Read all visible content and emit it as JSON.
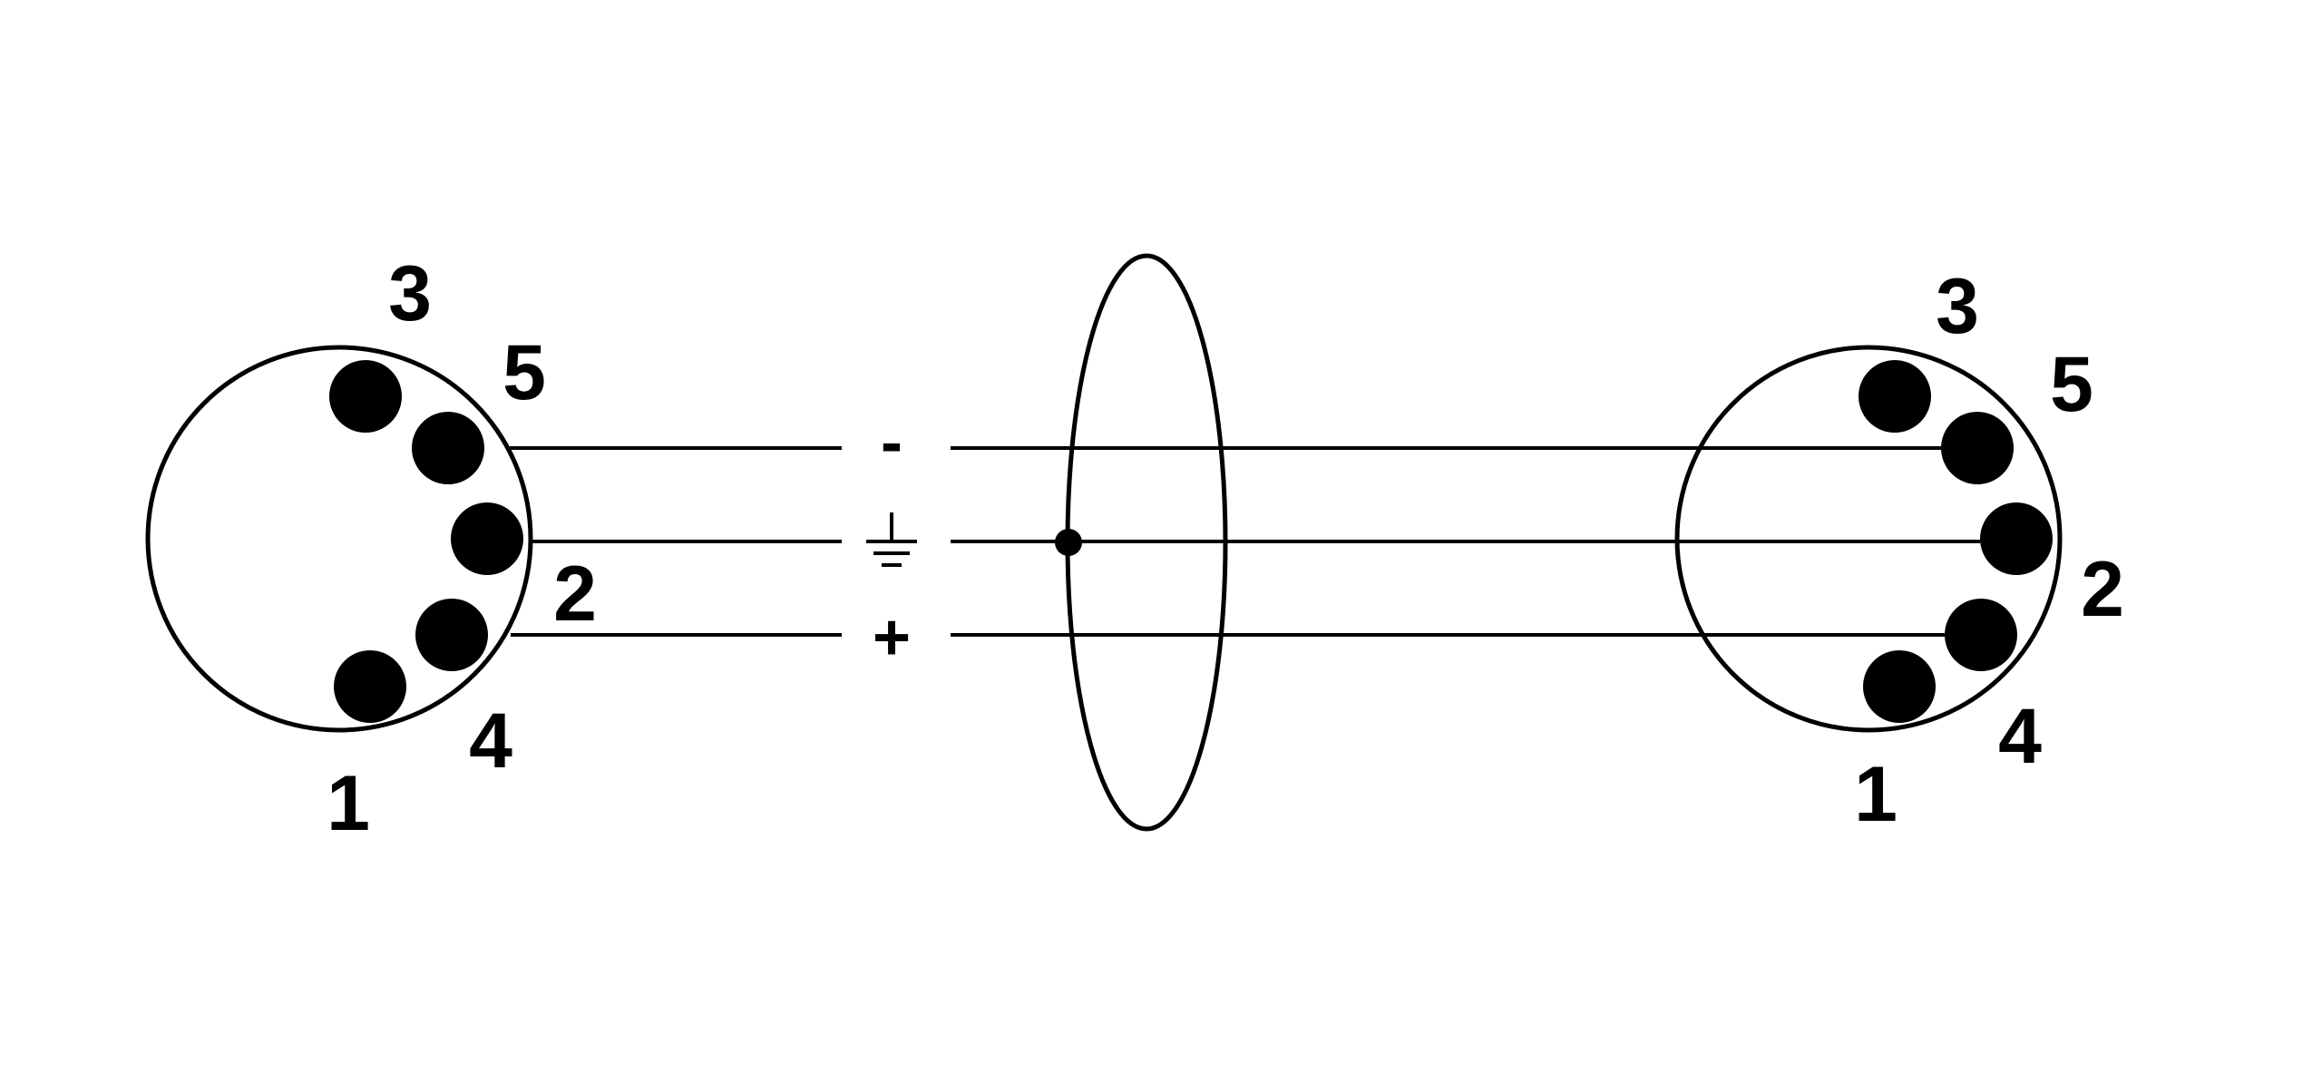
{
  "left_connector": {
    "pins": [
      {
        "label": "3"
      },
      {
        "label": "5"
      },
      {
        "label": "2"
      },
      {
        "label": "4"
      },
      {
        "label": "1"
      }
    ]
  },
  "right_connector": {
    "pins": [
      {
        "label": "3"
      },
      {
        "label": "5"
      },
      {
        "label": "2"
      },
      {
        "label": "4"
      },
      {
        "label": "1"
      }
    ]
  },
  "signals": {
    "minus": "-",
    "plus": "+"
  },
  "icons": {
    "ground": "ground-icon"
  }
}
